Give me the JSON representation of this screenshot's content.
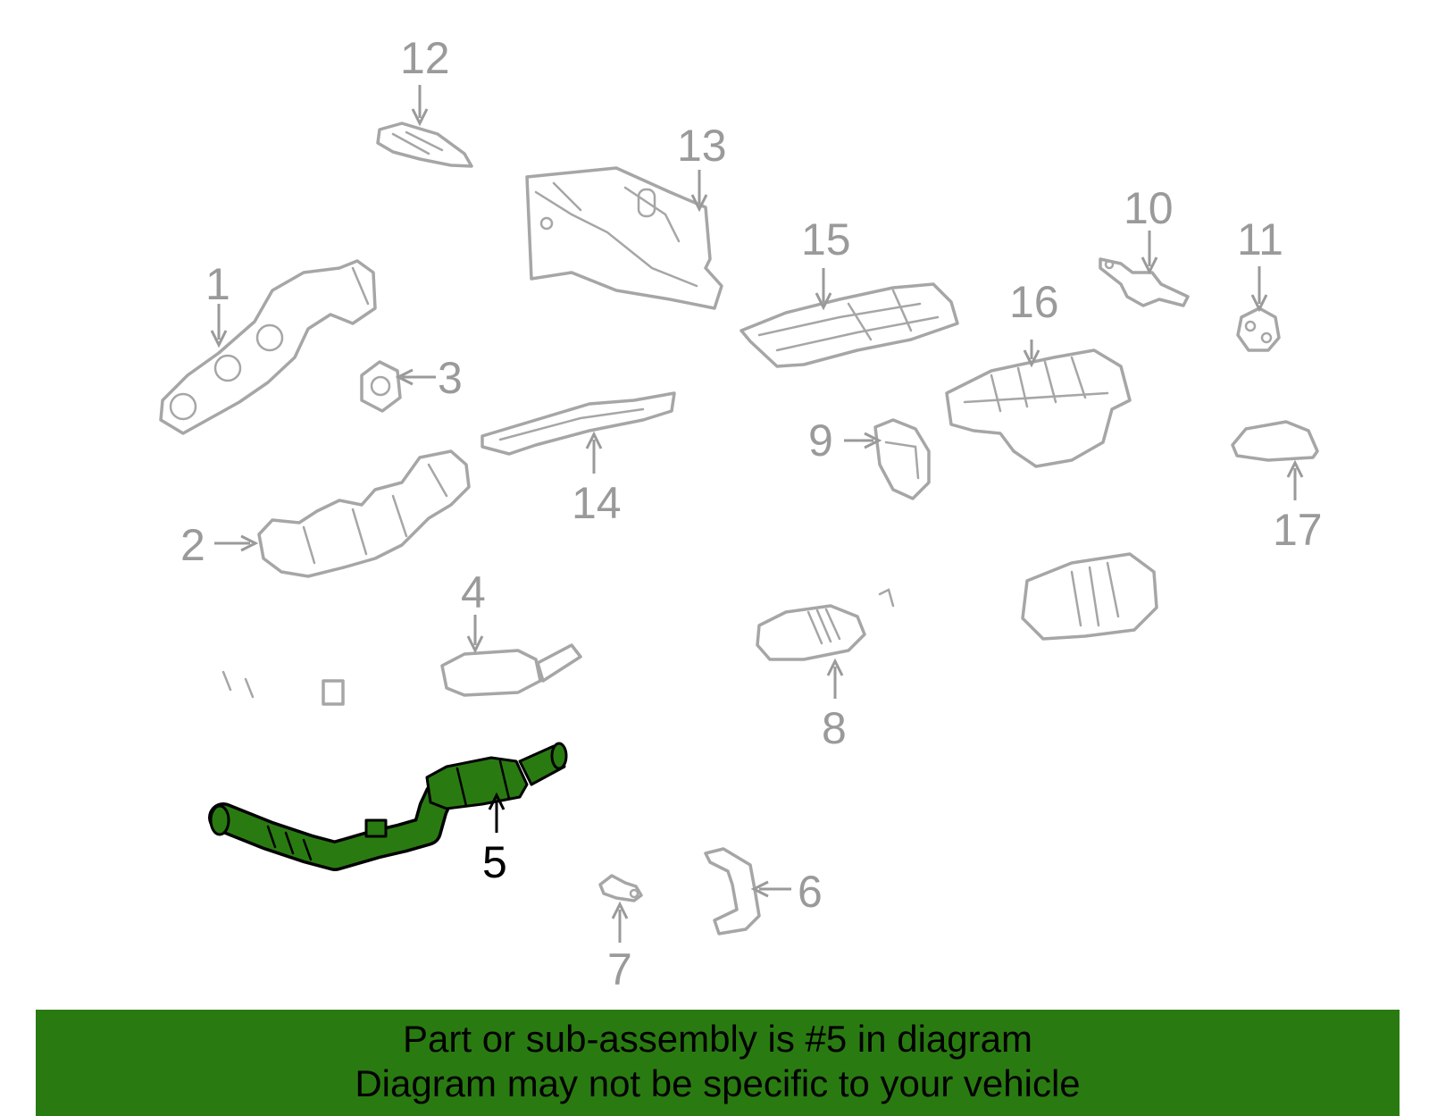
{
  "diagram": {
    "callouts": {
      "c1": "1",
      "c2": "2",
      "c3": "3",
      "c4": "4",
      "c5": "5",
      "c6": "6",
      "c7": "7",
      "c8": "8",
      "c9": "9",
      "c10": "10",
      "c11": "11",
      "c12": "12",
      "c13": "13",
      "c14": "14",
      "c15": "15",
      "c16": "16",
      "c17": "17"
    },
    "highlighted_part": "5",
    "colors": {
      "highlight": "#2a7a12",
      "part_outline": "#a6a6a6",
      "callout_text": "#9a9a9a",
      "banner": "#2a7a12"
    }
  },
  "banner": {
    "line1": "Part or sub-assembly is #5 in diagram",
    "line2": "Diagram may not be specific to your vehicle"
  }
}
